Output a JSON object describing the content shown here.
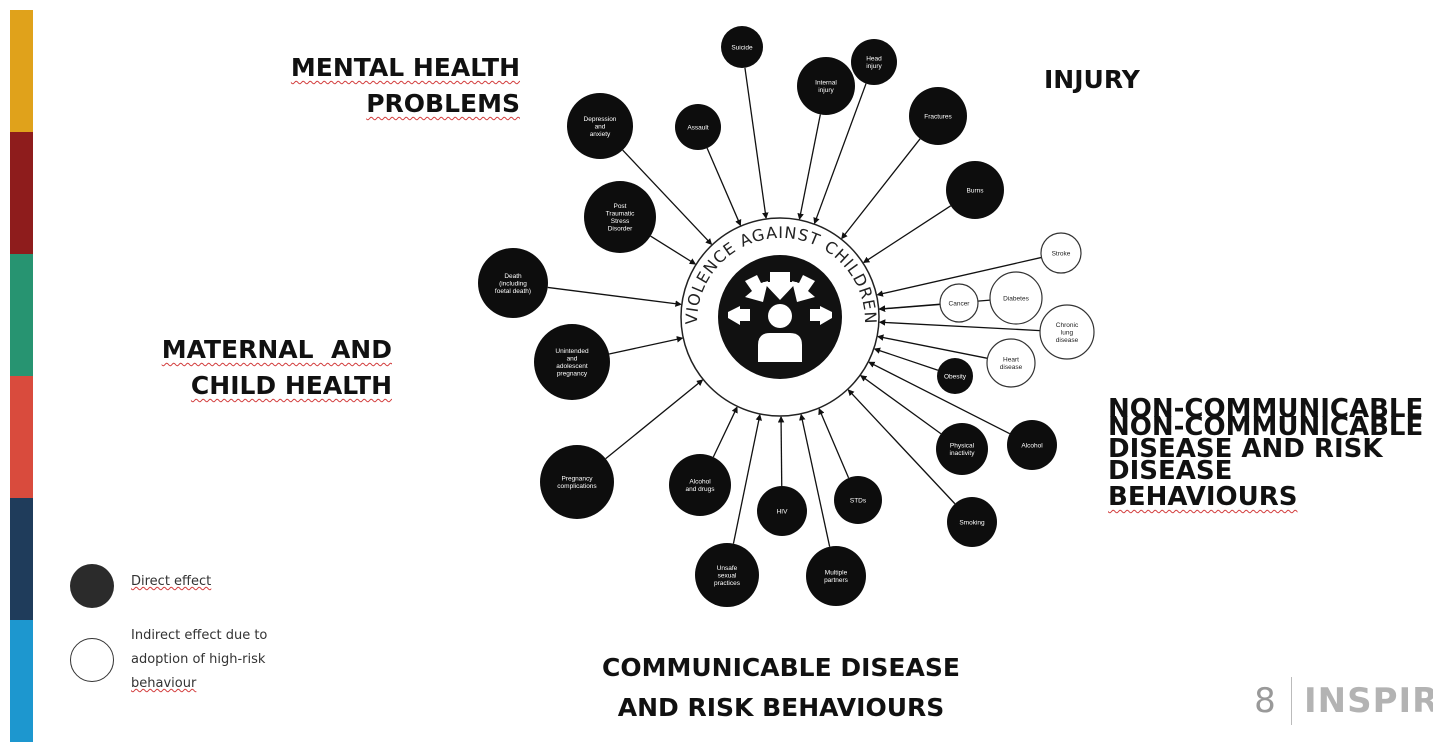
{
  "stripe_colors": [
    "#e0a21b",
    "#8e1c1c",
    "#279471",
    "#d94b3d",
    "#1f3c5b",
    "#1d97cf"
  ],
  "headings": {
    "mental": [
      "MENTAL HEALTH",
      "PROBLEMS"
    ],
    "injury": "INJURY",
    "maternal": [
      "MATERNAL  AND",
      "CHILD HEALTH"
    ],
    "ncd": [
      "NON-COMMUNICABLE",
      "NON-COMMUNICABLE",
      "DISEASE AND RISK",
      "DISEASE",
      "BEHAVIOURS"
    ],
    "communicable": [
      "COMMUNICABLE DISEASE",
      "AND RISK BEHAVIOURS"
    ]
  },
  "center": {
    "ring_text": "VIOLENCE AGAINST CHILDREN",
    "icon": "child-under-threat-icon"
  },
  "nodes": [
    {
      "id": "suicide",
      "label": [
        "Suicide"
      ],
      "type": "direct"
    },
    {
      "id": "internal-injury",
      "label": [
        "Internal",
        "injury"
      ],
      "type": "direct"
    },
    {
      "id": "head-injury",
      "label": [
        "Head",
        "injury"
      ],
      "type": "direct"
    },
    {
      "id": "fractures",
      "label": [
        "Fractures"
      ],
      "type": "direct"
    },
    {
      "id": "burns",
      "label": [
        "Burns"
      ],
      "type": "direct"
    },
    {
      "id": "stroke",
      "label": [
        "Stroke"
      ],
      "type": "indirect"
    },
    {
      "id": "cancer",
      "label": [
        "Cancer"
      ],
      "type": "indirect"
    },
    {
      "id": "diabetes",
      "label": [
        "Diabetes"
      ],
      "type": "indirect"
    },
    {
      "id": "chronic-lung-disease",
      "label": [
        "Chronic",
        "lung",
        "disease"
      ],
      "type": "indirect"
    },
    {
      "id": "heart-disease",
      "label": [
        "Heart",
        "disease"
      ],
      "type": "indirect"
    },
    {
      "id": "obesity",
      "label": [
        "Obesity"
      ],
      "type": "direct"
    },
    {
      "id": "alcohol",
      "label": [
        "Alcohol"
      ],
      "type": "direct"
    },
    {
      "id": "physical-inactivity",
      "label": [
        "Physical",
        "inactivity"
      ],
      "type": "direct"
    },
    {
      "id": "smoking",
      "label": [
        "Smoking"
      ],
      "type": "direct"
    },
    {
      "id": "stds",
      "label": [
        "STDs"
      ],
      "type": "direct"
    },
    {
      "id": "multiple-partners",
      "label": [
        "Multiple",
        "partners"
      ],
      "type": "direct"
    },
    {
      "id": "hiv",
      "label": [
        "HIV"
      ],
      "type": "direct"
    },
    {
      "id": "unsafe-sexual-practices",
      "label": [
        "Unsafe",
        "sexual",
        "practices"
      ],
      "type": "direct"
    },
    {
      "id": "alcohol-and-drugs",
      "label": [
        "Alcohol",
        "and drugs"
      ],
      "type": "direct"
    },
    {
      "id": "pregnancy-complications",
      "label": [
        "Pregnancy",
        "complications"
      ],
      "type": "direct"
    },
    {
      "id": "unintended-pregnancy",
      "label": [
        "Unintended",
        "and",
        "adolescent",
        "pregnancy"
      ],
      "type": "direct"
    },
    {
      "id": "death",
      "label": [
        "Death",
        "(including",
        "foetal death)"
      ],
      "type": "direct"
    },
    {
      "id": "ptsd",
      "label": [
        "Post",
        "Traumatic",
        "Stress",
        "Disorder"
      ],
      "type": "direct"
    },
    {
      "id": "depression",
      "label": [
        "Depression",
        "and",
        "anxiety"
      ],
      "type": "direct"
    },
    {
      "id": "assault",
      "label": [
        "Assault"
      ],
      "type": "direct"
    }
  ],
  "legend": {
    "direct": "Direct effect",
    "indirect": [
      "Indirect effect due to",
      "adoption of high-risk",
      "behaviour"
    ]
  },
  "footer": {
    "page_number": "8",
    "logo": "INSPIR"
  }
}
